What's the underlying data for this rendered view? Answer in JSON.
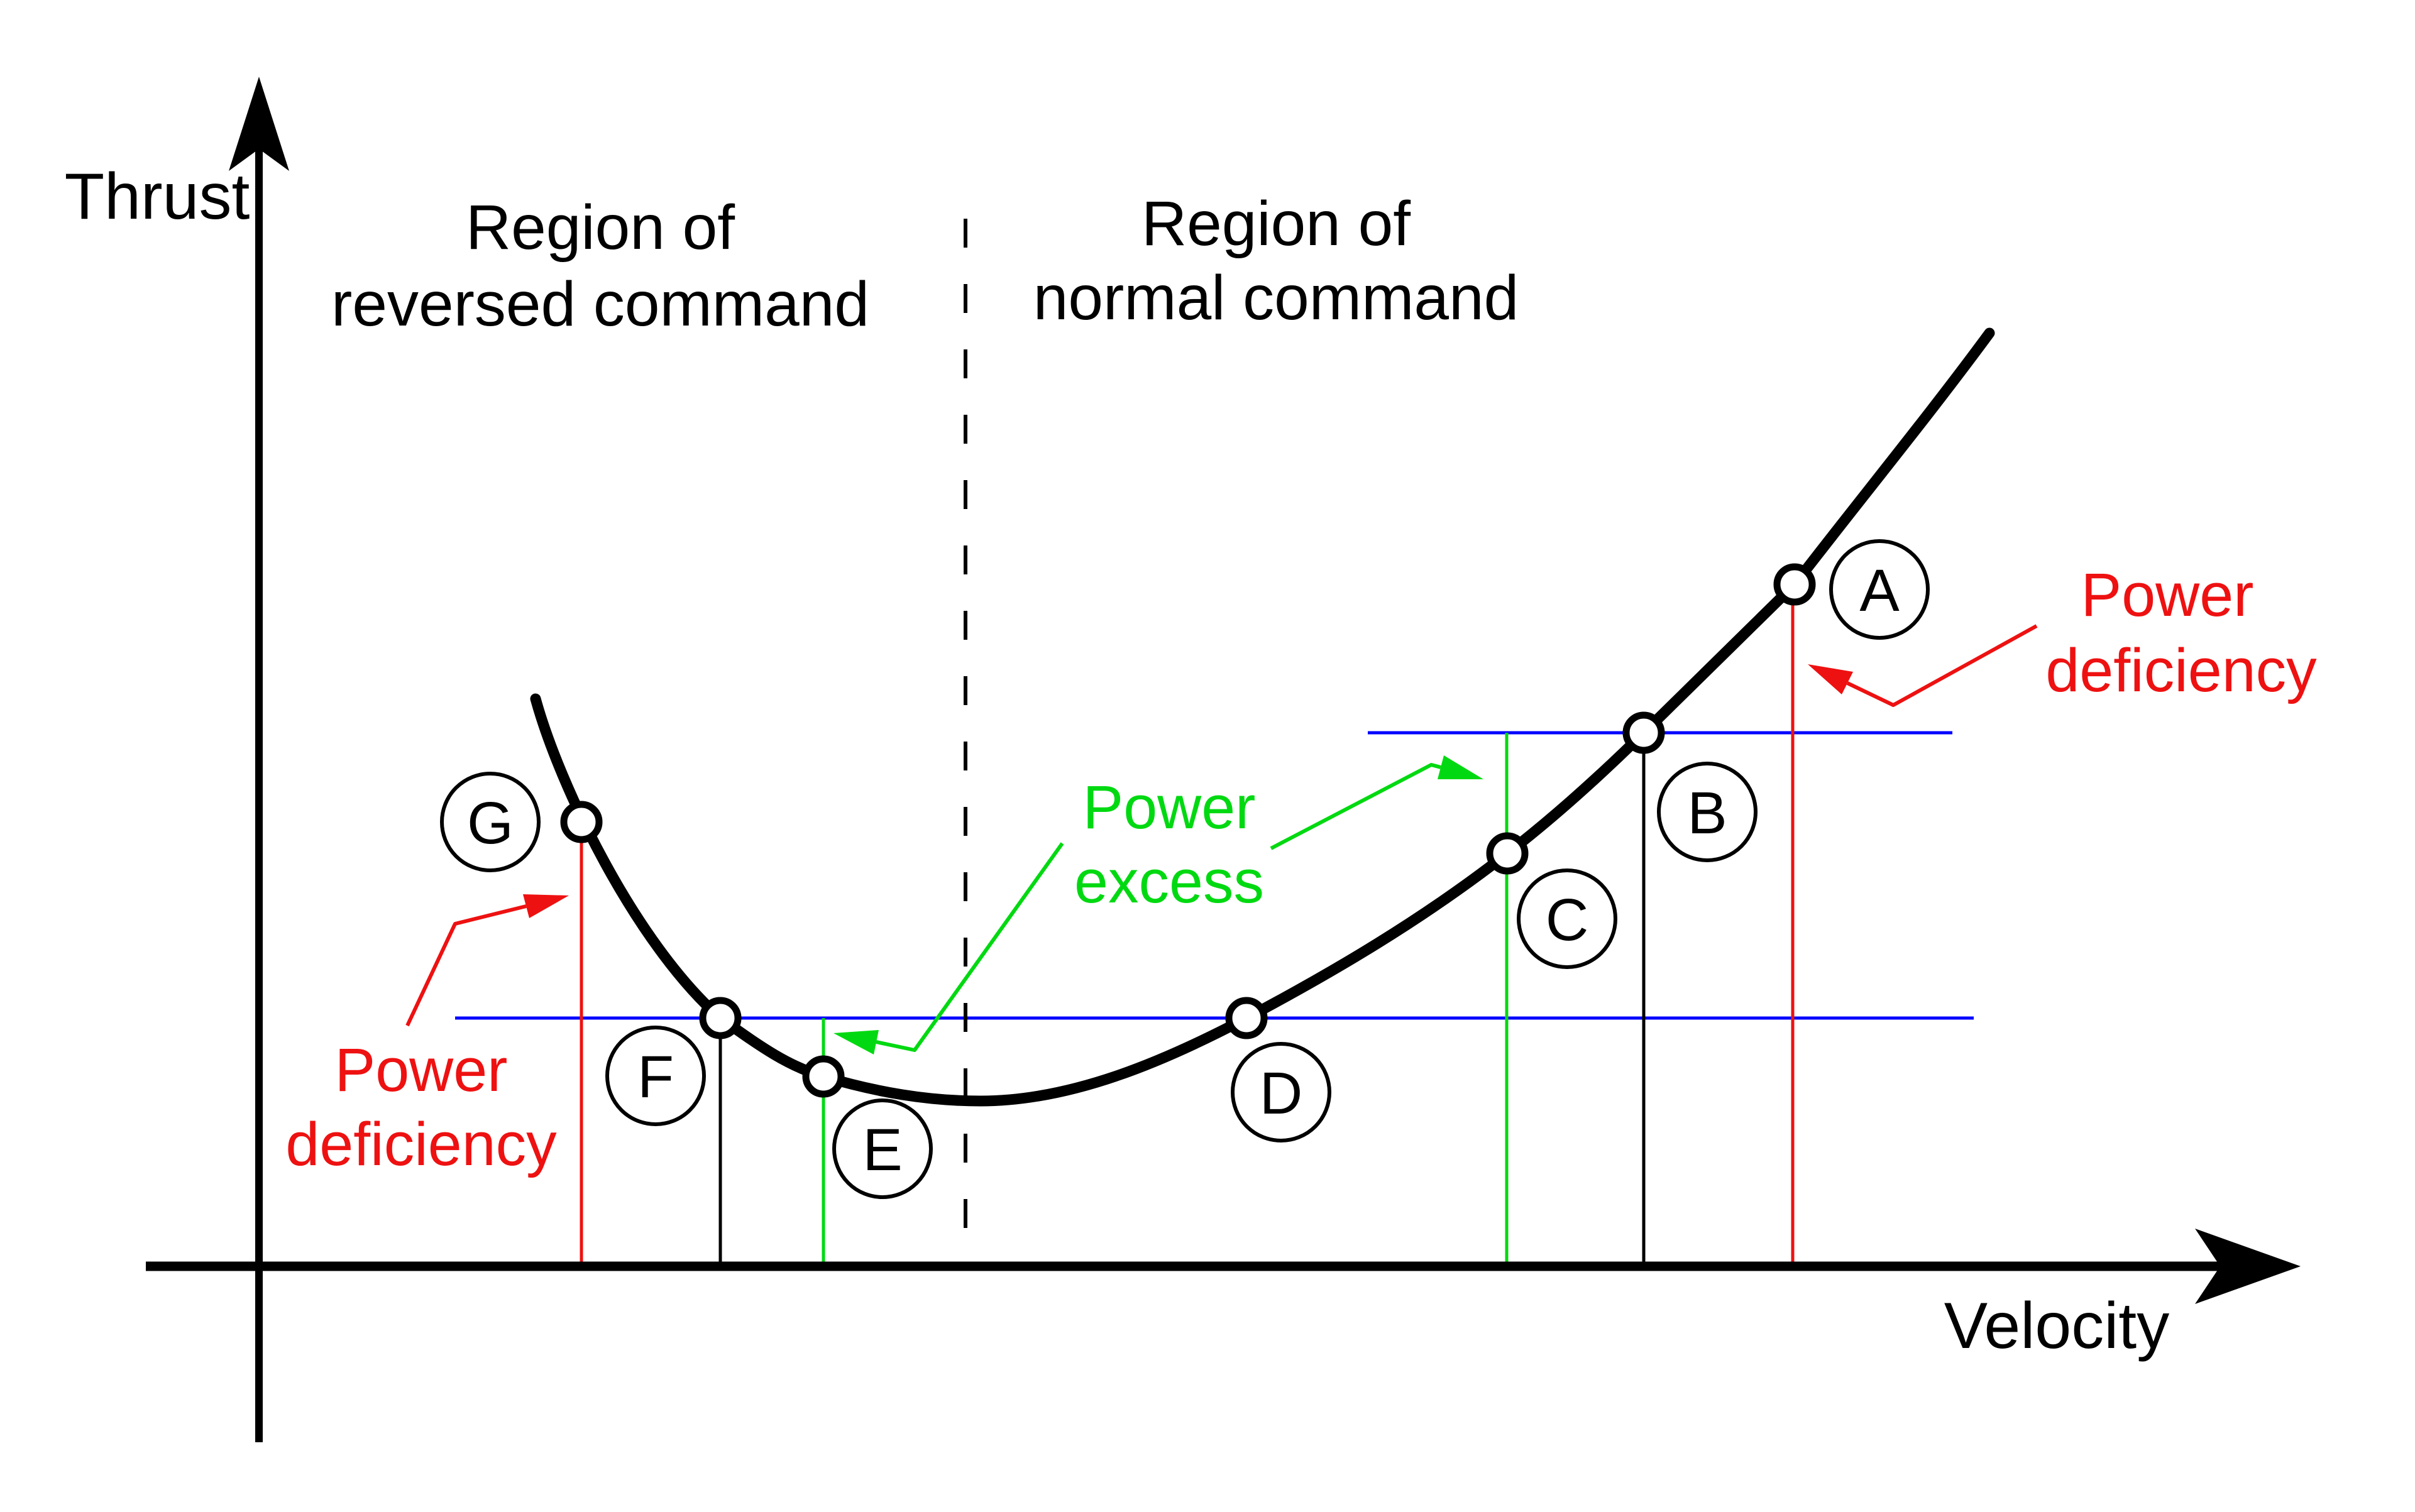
{
  "axis": {
    "y_label": "Thrust",
    "x_label": "Velocity"
  },
  "regions": {
    "left": {
      "line1": "Region of",
      "line2": "reversed command"
    },
    "right": {
      "line1": "Region of",
      "line2": "normal command"
    }
  },
  "annotations": {
    "power_deficiency_left": {
      "line1": "Power",
      "line2": "deficiency"
    },
    "power_deficiency_right": {
      "line1": "Power",
      "line2": "deficiency"
    },
    "power_excess": {
      "line1": "Power",
      "line2": "excess"
    }
  },
  "points": [
    {
      "label": "A"
    },
    {
      "label": "B"
    },
    {
      "label": "C"
    },
    {
      "label": "D"
    },
    {
      "label": "E"
    },
    {
      "label": "F"
    },
    {
      "label": "G"
    }
  ],
  "colors": {
    "curve": "#000000",
    "axis": "#000000",
    "power_required_line": "#0000ff",
    "deficiency": "#ee1111",
    "excess": "#00d911",
    "background": "#ffffff"
  }
}
